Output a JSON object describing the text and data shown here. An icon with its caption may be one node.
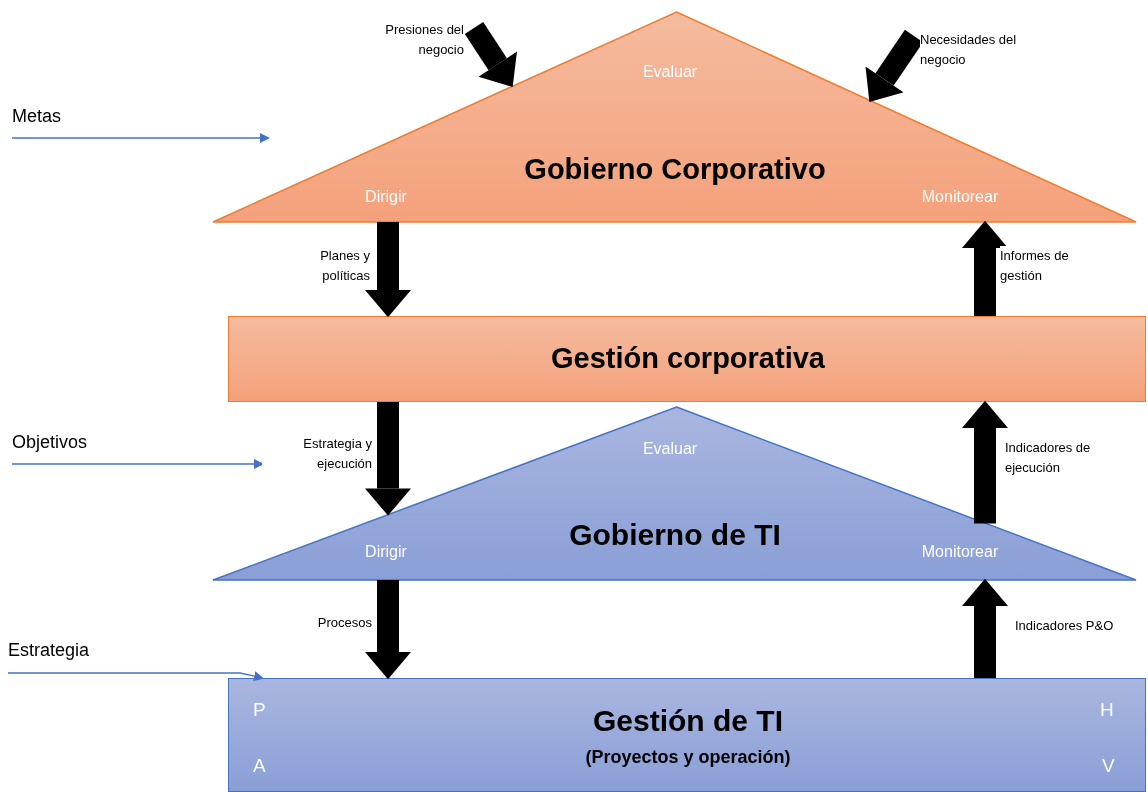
{
  "diagram": {
    "nodes": [
      {
        "text": [
          "Evaluar",
          "Gobierno Corporativo",
          "Dirigir",
          "Monitorear"
        ]
      },
      {
        "text": [
          "Gestión corporativa"
        ]
      },
      {
        "text": [
          "Evaluar",
          "Gobierno de TI",
          "Dirigir",
          "Monitorear"
        ]
      },
      {
        "text": [
          "Gestión de TI",
          "(Proyectos y operación)",
          "P",
          "A",
          "H",
          "V"
        ]
      },
      {
        "text": [
          "Metas"
        ]
      },
      {
        "text": [
          "Objetivos"
        ]
      },
      {
        "text": [
          "Estrategia"
        ]
      }
    ],
    "edges": [
      {
        "from": null,
        "to": 0,
        "arrow": "to",
        "label": "Presiones del negocio"
      },
      {
        "from": null,
        "to": 0,
        "arrow": "to",
        "label": "Necesidades del negocio"
      },
      {
        "from": 0,
        "to": 1,
        "arrow": "to",
        "label": "Planes y políticas"
      },
      {
        "from": 1,
        "to": 0,
        "arrow": "to",
        "label": "Informes de gestión"
      },
      {
        "from": 1,
        "to": 2,
        "arrow": "to",
        "label": "Estrategia y ejecución"
      },
      {
        "from": 2,
        "to": 1,
        "arrow": "to",
        "label": "Indicadores de ejecución"
      },
      {
        "from": 2,
        "to": 3,
        "arrow": "to",
        "label": "Procesos"
      },
      {
        "from": 3,
        "to": 2,
        "arrow": "to",
        "label": "Indicadores P&O"
      },
      {
        "from": 4,
        "to": null,
        "arrow": "to",
        "color": "#4472c4"
      },
      {
        "from": 5,
        "to": null,
        "arrow": "to",
        "color": "#4472c4"
      },
      {
        "from": 6,
        "to": 3,
        "arrow": "to",
        "color": "#4472c4"
      }
    ]
  }
}
